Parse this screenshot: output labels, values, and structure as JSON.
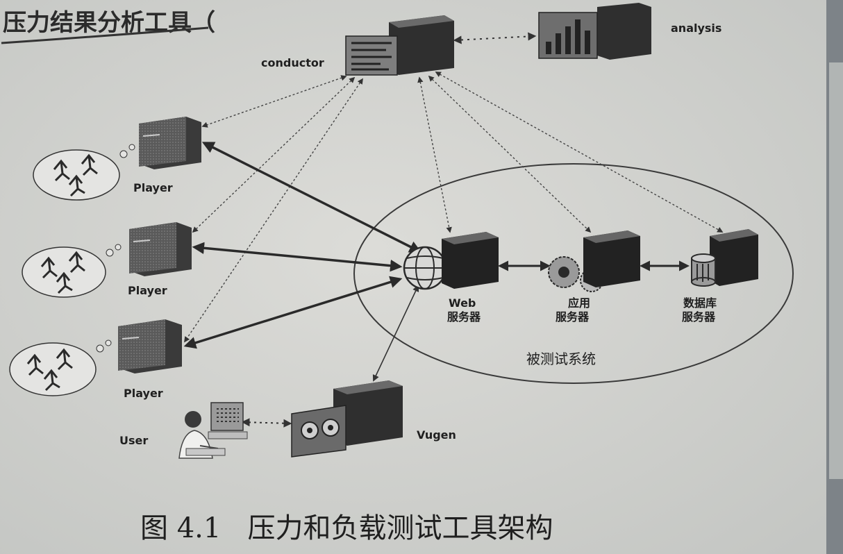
{
  "heading_fragment": "压力结果分析工具（",
  "nodes": {
    "conductor": "conductor",
    "analysis": "analysis",
    "player_1": "Player",
    "player_2": "Player",
    "player_3": "Player",
    "user": "User",
    "vugen": "Vugen",
    "web_line1": "Web",
    "web_line2": "服务器",
    "app_line1": "应用",
    "app_line2": "服务器",
    "db_line1": "数据库",
    "db_line2": "服务器"
  },
  "system_under_test": "被测试系统",
  "caption": "图 4.1   压力和负载测试工具架构",
  "colors": {
    "paper": "#d4d5d2",
    "ink": "#2a2a2a",
    "dark_edge": "#8a8f94"
  }
}
